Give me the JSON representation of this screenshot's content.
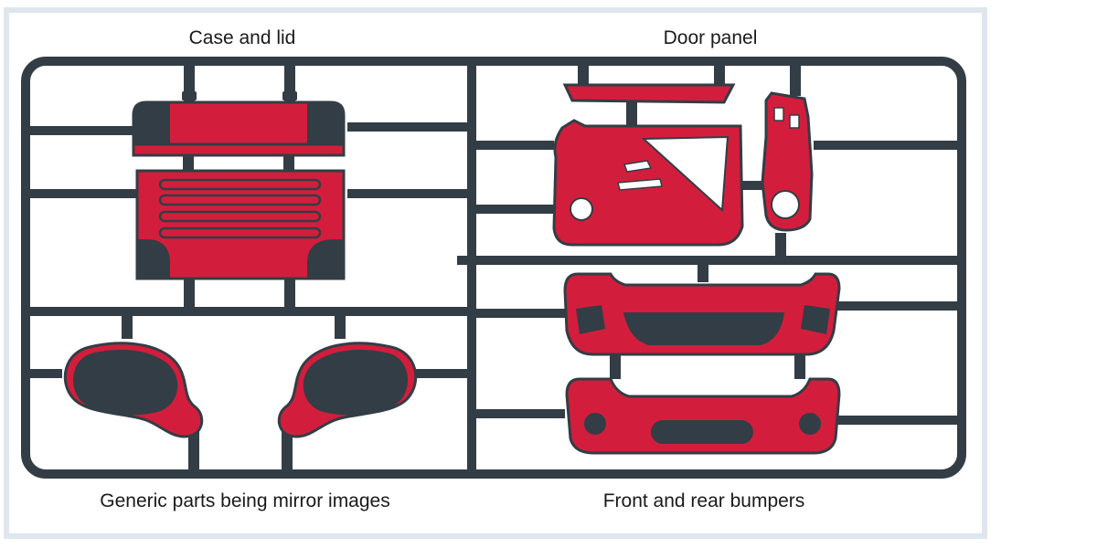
{
  "labels": {
    "case_and_lid": "Case and lid",
    "door_panel": "Door panel",
    "mirror_parts": "Generic parts being mirror images",
    "bumpers": "Front and rear bumpers"
  },
  "colors": {
    "frame": "#333d45",
    "part_red": "#d21e3c",
    "part_dark": "#333d45",
    "border": "#dfe6ed"
  }
}
